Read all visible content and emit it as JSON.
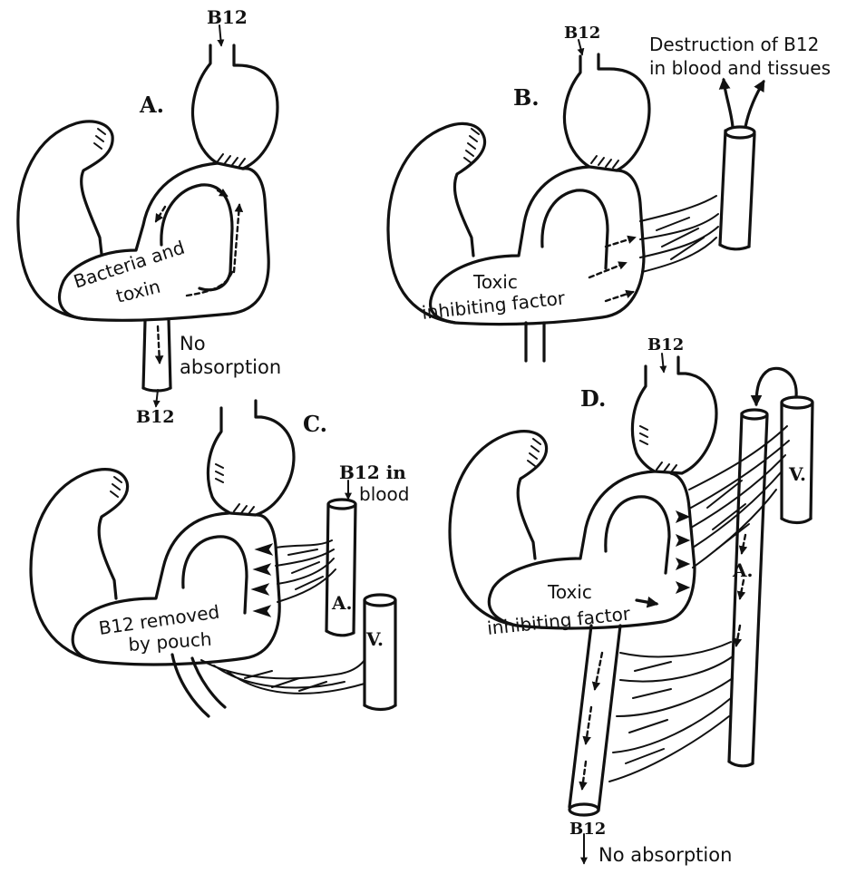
{
  "panels": {
    "a": {
      "letter": "A.",
      "b12_in": "B12",
      "bacteria_line1": "Bacteria and",
      "bacteria_line2": "toxin",
      "no_line1": "No",
      "no_line2": "absorption",
      "b12_out": "B12"
    },
    "b": {
      "letter": "B.",
      "b12_in": "B12",
      "destruction_line1": "Destruction of B12",
      "destruction_line2": "in blood and tissues",
      "toxic_line1": "Toxic",
      "toxic_line2": "inhibiting factor"
    },
    "c": {
      "letter": "C.",
      "b12_blood_line1": "B12 in",
      "b12_blood_line2": "blood",
      "removed_line1": "B12 removed",
      "removed_line2": "by pouch",
      "artery": "A.",
      "vein": "V."
    },
    "d": {
      "letter": "D.",
      "b12_in": "B12",
      "toxic_line1": "Toxic",
      "toxic_line2": "inhibiting factor",
      "artery": "A.",
      "vein": "V.",
      "b12_out": "B12",
      "no_absorption": "No absorption"
    }
  }
}
